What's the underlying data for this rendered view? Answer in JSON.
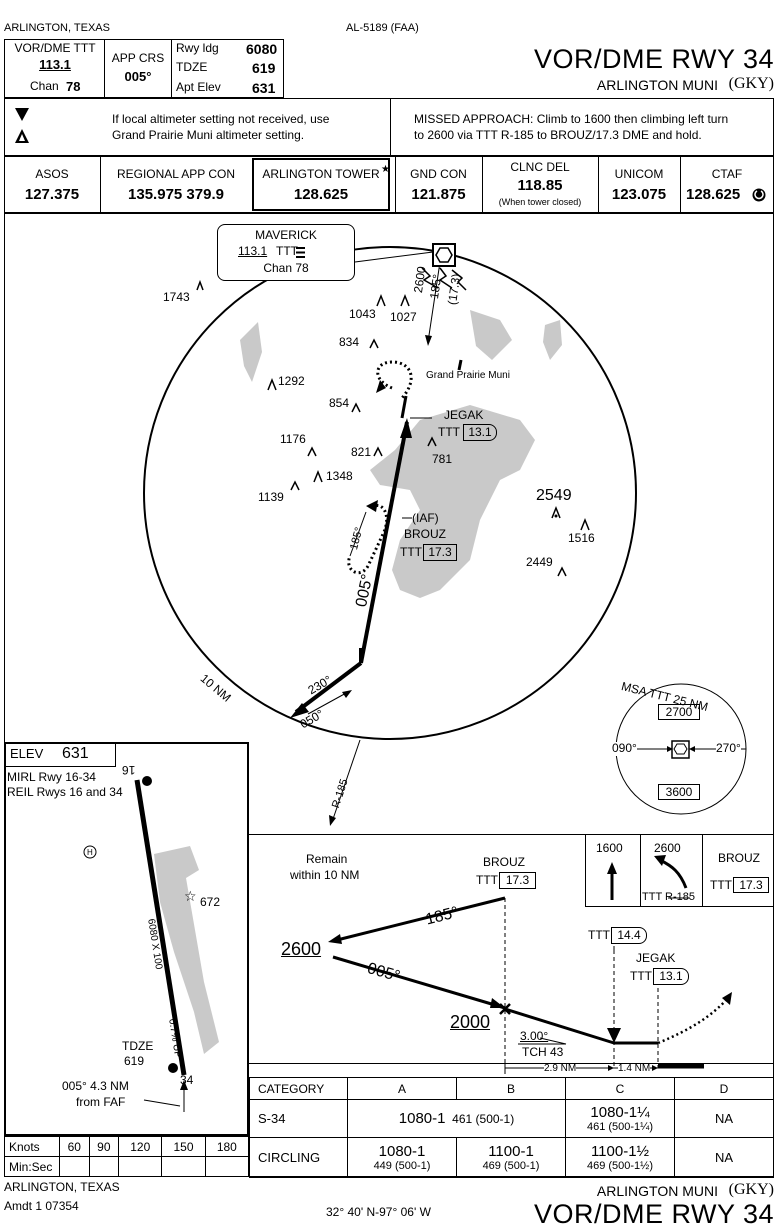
{
  "header": {
    "city": "ARLINGTON, TEXAS",
    "proc_id": "AL-5189 (FAA)",
    "title": "VOR/DME RWY 34",
    "airport": "ARLINGTON MUNI",
    "airport_id": "(GKY)"
  },
  "briefing": {
    "nav_label": "VOR/DME TTT",
    "nav_freq": "113.1",
    "chan_label": "Chan",
    "chan_value": "78",
    "app_crs_label": "APP CRS",
    "app_crs_value": "005°",
    "rwy_ldg_label": "Rwy ldg",
    "rwy_ldg_value": "6080",
    "tdze_label": "TDZE",
    "tdze_value": "619",
    "apt_elev_label": "Apt Elev",
    "apt_elev_value": "631",
    "altimeter_note_1": "If local altimeter setting not received, use",
    "altimeter_note_2": "Grand Prairie Muni altimeter setting.",
    "missed_1": "MISSED APPROACH:  Climb to 1600 then climbing left turn",
    "missed_2": "to 2600 via TTT R-185 to BROUZ/17.3 DME and hold."
  },
  "comms": [
    {
      "label": "ASOS",
      "freq": "127.375",
      "note": ""
    },
    {
      "label": "REGIONAL APP CON",
      "freq": "135.975  379.9",
      "note": ""
    },
    {
      "label": "ARLINGTON TOWER",
      "freq": "128.625",
      "note": ""
    },
    {
      "label": "GND CON",
      "freq": "121.875",
      "note": ""
    },
    {
      "label": "CLNC DEL",
      "freq": "118.85",
      "note": "(When tower closed)"
    },
    {
      "label": "UNICOM",
      "freq": "123.075",
      "note": ""
    },
    {
      "label": "CTAF",
      "freq": "128.625",
      "note": ""
    }
  ],
  "planview": {
    "maverick_name": "MAVERICK",
    "maverick_freq": "113.1",
    "maverick_id": "TTT",
    "maverick_chan": "Chan 78",
    "obstacles": [
      "1743",
      "1043",
      "1027",
      "834",
      "1292",
      "854",
      "1176",
      "821",
      "781",
      "1348",
      "1139",
      "2549",
      "1516",
      "2449"
    ],
    "grand_prairie": "Grand Prairie Muni",
    "jegak": "JEGAK",
    "jegak_dme": "13.1",
    "iaf": "(IAF)",
    "brouz": "BROUZ",
    "brouz_dme": "17.3",
    "ttt": "TTT",
    "course_005": "005°",
    "course_185": "185°",
    "alt_2600": "2600",
    "course_185_top": "185°",
    "dme_top": "(17.3)",
    "ring_label": "10 NM",
    "crs_230": "230°",
    "crs_050": "050°",
    "radial": "R-185"
  },
  "msa": {
    "title": "MSA TTT 25 NM",
    "alt_north": "2700",
    "alt_south": "3600",
    "brg_left": "090°",
    "brg_right": "270°"
  },
  "airport_diagram": {
    "elev_label": "ELEV",
    "elev_value": "631",
    "lighting_1": "MIRL Rwy 16-34",
    "lighting_2": "REIL Rwys 16 and 34",
    "rwy_top": "16",
    "rwy_bottom": "34",
    "dims": "6080 X 100",
    "grad": "0.7% UP",
    "tower_elev": "672",
    "tdze_label": "TDZE",
    "tdze_value": "619",
    "faf_note_1": "005° 4.3 NM",
    "faf_note_2": "from FAF"
  },
  "profile": {
    "remain_1": "Remain",
    "remain_2": "within 10 NM",
    "brouz": "BROUZ",
    "brouz_dme": "17.3",
    "ttt": "TTT",
    "crs_185": "185°",
    "crs_005": "005°",
    "alt_2600": "2600",
    "alt_2000": "2000",
    "stepdown_dme": "14.4",
    "jegak": "JEGAK",
    "jegak_dme": "13.1",
    "gs": "3.00°",
    "tch": "TCH 43",
    "dist_1": "2.9 NM",
    "dist_2": "1.4 NM",
    "ma_alt_1": "1600",
    "ma_alt_2": "2600",
    "ma_radial": "TTT R-185",
    "ma_fix": "BROUZ",
    "ma_fix_dme": "17.3"
  },
  "minimums": {
    "header": [
      "CATEGORY",
      "A",
      "B",
      "C",
      "D"
    ],
    "s34_label": "S-34",
    "s34_ab_main": "1080-1",
    "s34_ab_sub": "461 (500-1)",
    "s34_c_main": "1080-1¼",
    "s34_c_sub": "461 (500-1¼)",
    "s34_d": "NA",
    "circ_label": "CIRCLING",
    "circ_a_main": "1080-1",
    "circ_a_sub": "449 (500-1)",
    "circ_b_main": "1100-1",
    "circ_b_sub": "469 (500-1)",
    "circ_c_main": "1100-1½",
    "circ_c_sub": "469 (500-1½)",
    "circ_d": "NA"
  },
  "speed_table": {
    "knots_label": "Knots",
    "knots": [
      "60",
      "90",
      "120",
      "150",
      "180"
    ],
    "minsec_label": "Min:Sec"
  },
  "footer": {
    "city": "ARLINGTON, TEXAS",
    "amdt": "Amdt 1  07354",
    "coords": "32° 40' N-97° 06' W",
    "airport": "ARLINGTON MUNI",
    "airport_id": "(GKY)",
    "title": "VOR/DME RWY 34"
  }
}
